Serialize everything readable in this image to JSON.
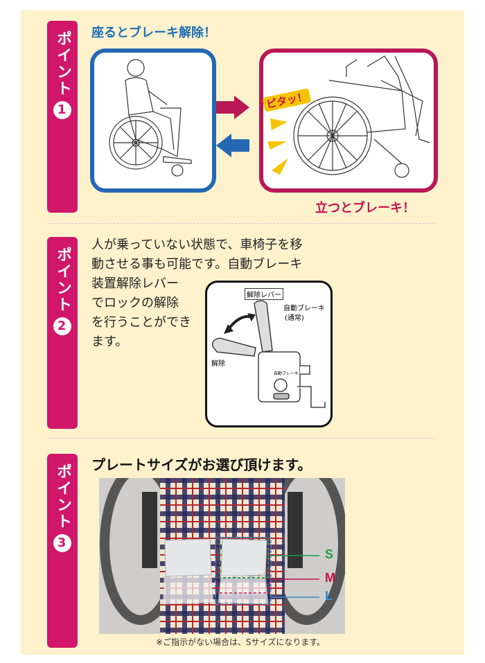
{
  "point_label": "ポイント",
  "section1": {
    "number": "1",
    "caption_sit": "座るとブレーキ解除！",
    "caption_stand": "立つとブレーキ！",
    "sfx": "ピタッ！",
    "colors": {
      "blue": "#2468b3",
      "magenta": "#b81854",
      "tab": "#d0176a"
    }
  },
  "section2": {
    "number": "2",
    "lines": [
      "人が乗っていない状態で、車椅子を移",
      "動させる事も可能です。自動ブレーキ",
      "装置解除レバー",
      "でロックの解除",
      "を行うことができ",
      "ます。"
    ],
    "diagram": {
      "release_lever": "解除レバー",
      "auto_brake": "自動ブレーキ",
      "normal": "(通常)",
      "release": "解除",
      "small_label": "自動ブレーキ"
    }
  },
  "section3": {
    "number": "3",
    "caption": "プレートサイズがお選び頂けます。",
    "sizes": [
      {
        "label": "S",
        "color": "#1e9a48"
      },
      {
        "label": "M",
        "color": "#c8104f"
      },
      {
        "label": "L",
        "color": "#2f8fd6"
      }
    ],
    "note": "※ご指示がない場合は、Sサイズになります。"
  }
}
